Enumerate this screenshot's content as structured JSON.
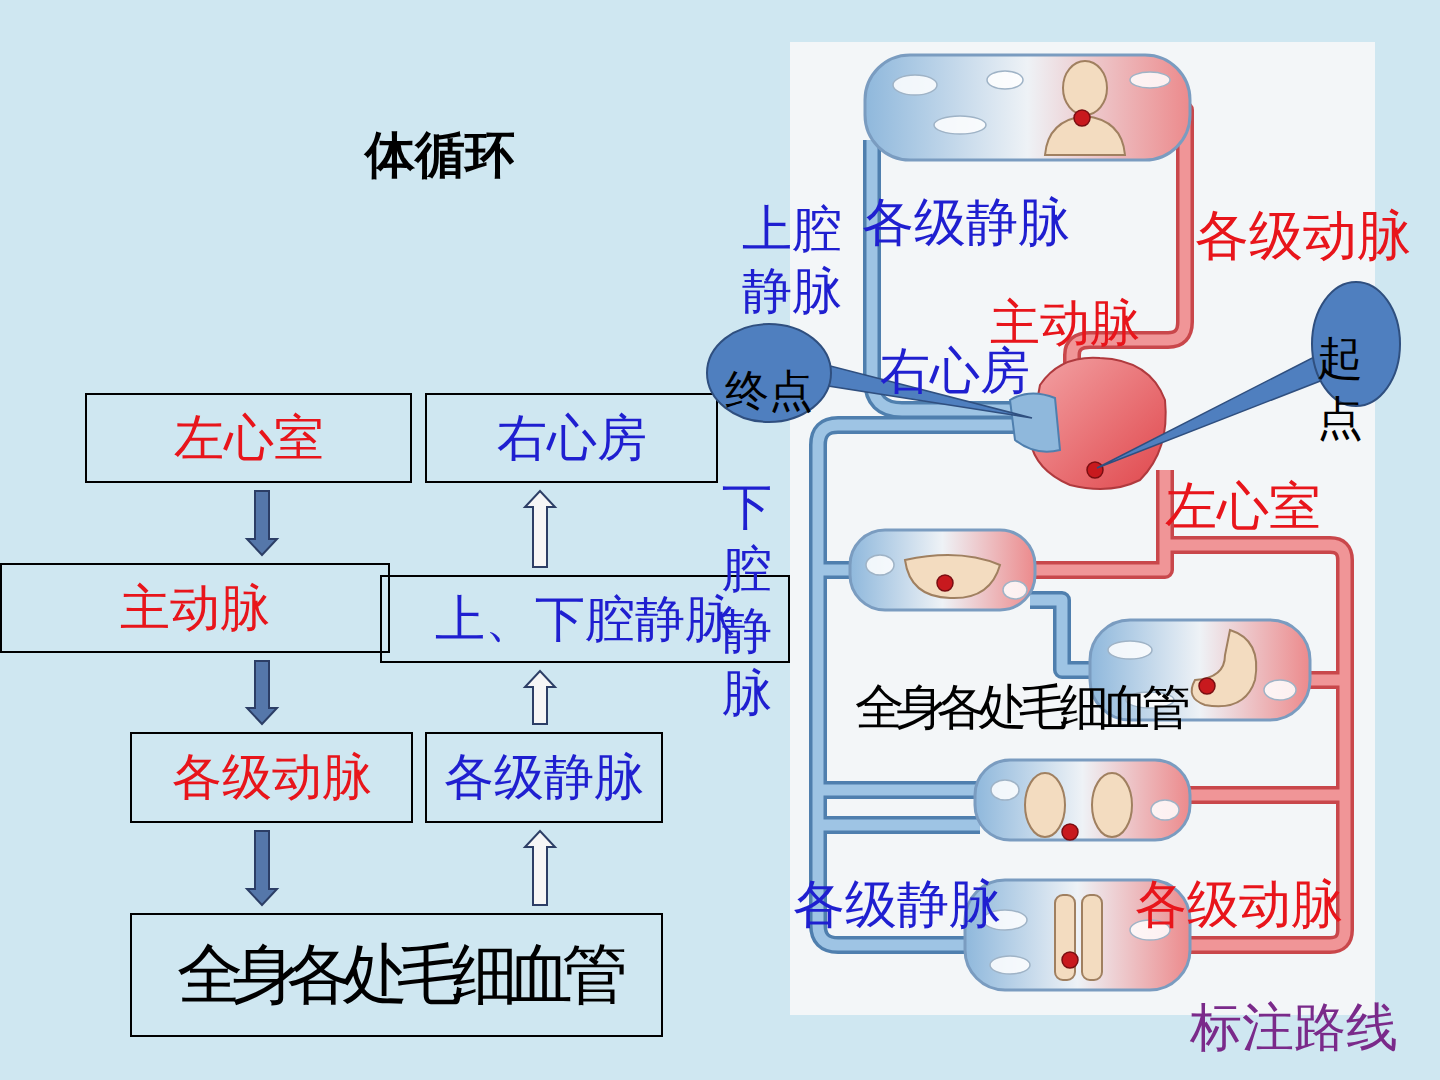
{
  "diagram": {
    "title": "体循环",
    "nodes": [
      {
        "text": [
          "左心室"
        ]
      },
      {
        "text": [
          "右心房"
        ]
      },
      {
        "text": [
          "主动脉"
        ]
      },
      {
        "text": [
          "上、下腔静脉"
        ]
      },
      {
        "text": [
          "各级动脉"
        ]
      },
      {
        "text": [
          "各级静脉"
        ]
      },
      {
        "text": [
          "全身各处毛细血管"
        ]
      },
      {
        "text": [
          "终点"
        ]
      },
      {
        "text": [
          "起点"
        ]
      }
    ],
    "edges": [
      {
        "from": 0,
        "to": 2,
        "arrow": "to"
      },
      {
        "from": 2,
        "to": 4,
        "arrow": "to"
      },
      {
        "from": 4,
        "to": 6,
        "arrow": "to"
      },
      {
        "from": 6,
        "to": 5,
        "arrow": "to"
      },
      {
        "from": 5,
        "to": 3,
        "arrow": "to"
      },
      {
        "from": 3,
        "to": 1,
        "arrow": "to"
      }
    ],
    "labels": [
      "上腔静脉",
      "各级静脉",
      "各级动脉",
      "主动脉",
      "右心房",
      "左心室",
      "下腔静脉",
      "全身各处毛细血管",
      "各级静脉",
      "各级动脉",
      "标注路线"
    ]
  }
}
